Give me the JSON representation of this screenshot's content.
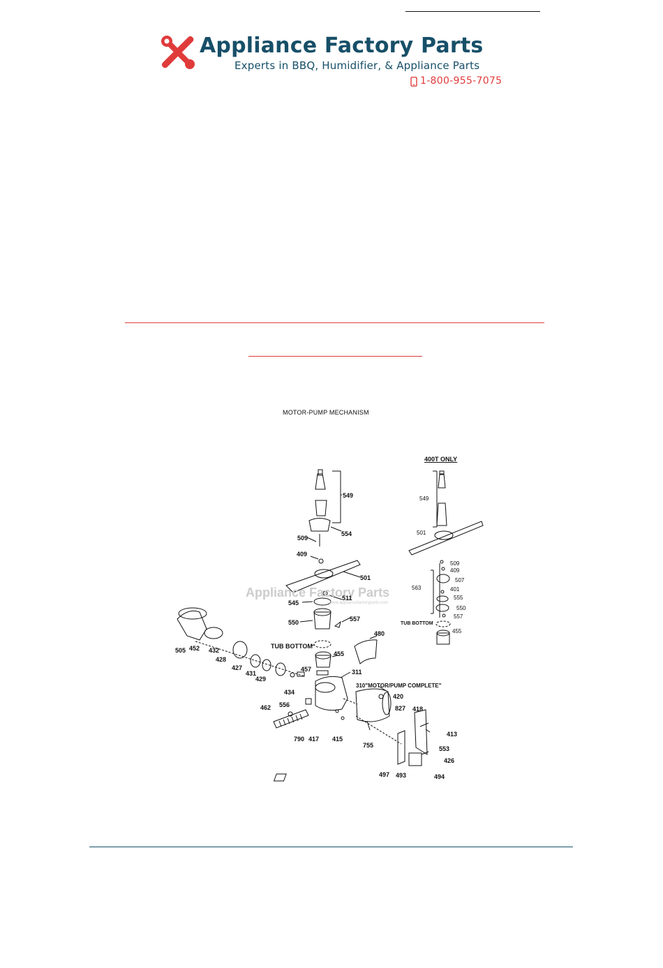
{
  "header": {
    "logo_title": "Appliance Factory Parts",
    "tagline": "Experts in BBQ, Humidifier, & Appliance Parts",
    "phone": "1-800-955-7075",
    "brand_color": "#174f68",
    "accent_color": "#e03b3b",
    "logo_icon": "wrench-screwdriver-icon",
    "phone_icon": "phone-icon"
  },
  "diagram": {
    "title": "MOTOR-PUMP MECHANISM",
    "subtitle": "400T ONLY",
    "watermark": "Appliance Factory Parts",
    "watermark_url": "www.appliancefactoryparts.com",
    "labels": {
      "tub_bottom_main": "TUB BOTTOM",
      "tub_bottom_side": "TUB BOTTOM",
      "motor_pump": "310\"MOTOR/PUMP COMPLETE\""
    },
    "part_numbers": [
      "549",
      "554",
      "509",
      "409",
      "501",
      "511",
      "545",
      "550",
      "557",
      "480",
      "455",
      "457",
      "311",
      "420",
      "827",
      "418",
      "413",
      "553",
      "426",
      "494",
      "493",
      "497",
      "755",
      "415",
      "417",
      "790",
      "556",
      "462",
      "434",
      "429",
      "431",
      "427",
      "428",
      "432",
      "452",
      "505",
      "549",
      "501",
      "509",
      "409",
      "507",
      "401",
      "555",
      "563",
      "550",
      "557",
      "455"
    ]
  }
}
